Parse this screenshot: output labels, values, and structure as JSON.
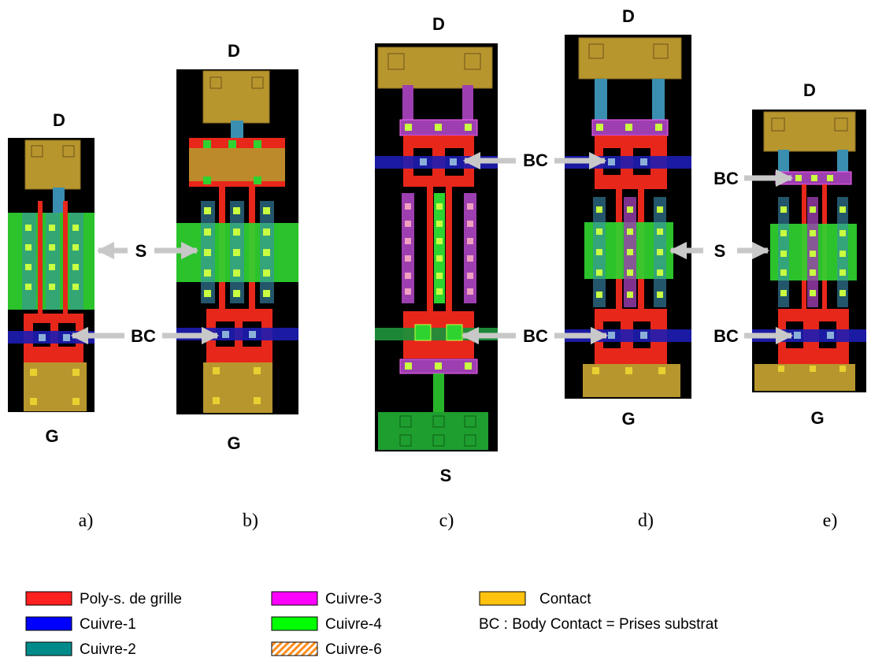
{
  "labels": {
    "drain": "D",
    "gate": "G",
    "source": "S",
    "body_contact": "BC"
  },
  "captions": [
    "a)",
    "b)",
    "c)",
    "d)",
    "e)"
  ],
  "legend": {
    "items": [
      {
        "name": "Poly-s. de grille",
        "color": "#ff2020",
        "pattern": "solid"
      },
      {
        "name": "Cuivre-1",
        "color": "#0000ff",
        "pattern": "solid"
      },
      {
        "name": "Cuivre-2",
        "color": "#008b8b",
        "pattern": "solid"
      },
      {
        "name": "Cuivre-3",
        "color": "#ff00ff",
        "pattern": "solid"
      },
      {
        "name": "Cuivre-4",
        "color": "#00ff00",
        "pattern": "solid"
      },
      {
        "name": "Cuivre-6",
        "color": "#ff8c1a",
        "pattern": "hatched"
      },
      {
        "name": "Contact",
        "color": "#ffc20e",
        "pattern": "solid"
      }
    ],
    "note": "BC : Body Contact = Prises substrat"
  },
  "colors": {
    "background": "#000000",
    "poly": "#e8271b",
    "metal1": "#1d1db4",
    "metal2": "#3a8fb0",
    "metal3": "#9d3fb0",
    "metal4": "#2fd32f",
    "contact_pad": "#b8962e",
    "arrow": "#c8c8c8"
  }
}
